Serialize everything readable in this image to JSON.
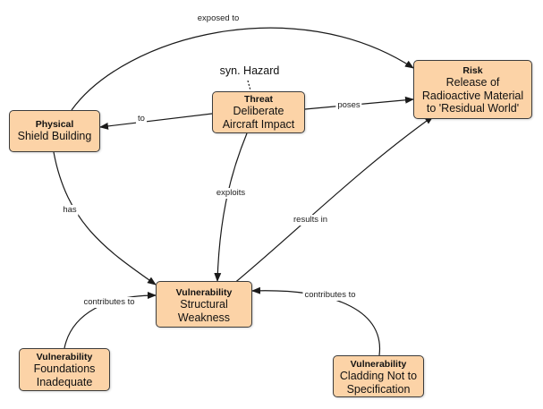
{
  "nodes": {
    "physical": {
      "kind": "Physical",
      "label": "Shield Building"
    },
    "threat": {
      "kind": "Threat",
      "label": "Deliberate\nAircraft Impact"
    },
    "risk": {
      "kind": "Risk",
      "label": "Release of\nRadioactive Material\nto 'Residual World'"
    },
    "structural": {
      "kind": "Vulnerability",
      "label": "Structural\nWeakness"
    },
    "foundations": {
      "kind": "Vulnerability",
      "label": "Foundations\nInadequate"
    },
    "cladding": {
      "kind": "Vulnerability",
      "label": "Cladding Not to\nSpecification"
    }
  },
  "synonym": "syn. Hazard",
  "edges": {
    "exposed_to": "exposed to",
    "to": "to",
    "poses": "poses",
    "has": "has",
    "exploits": "exploits",
    "results_in": "results in",
    "contributes_to_left": "contributes to",
    "contributes_to_right": "contributes to"
  },
  "colors": {
    "node_fill": "#fcd3a7",
    "node_border": "#3c3c3c",
    "edge": "#1a1a1a"
  }
}
